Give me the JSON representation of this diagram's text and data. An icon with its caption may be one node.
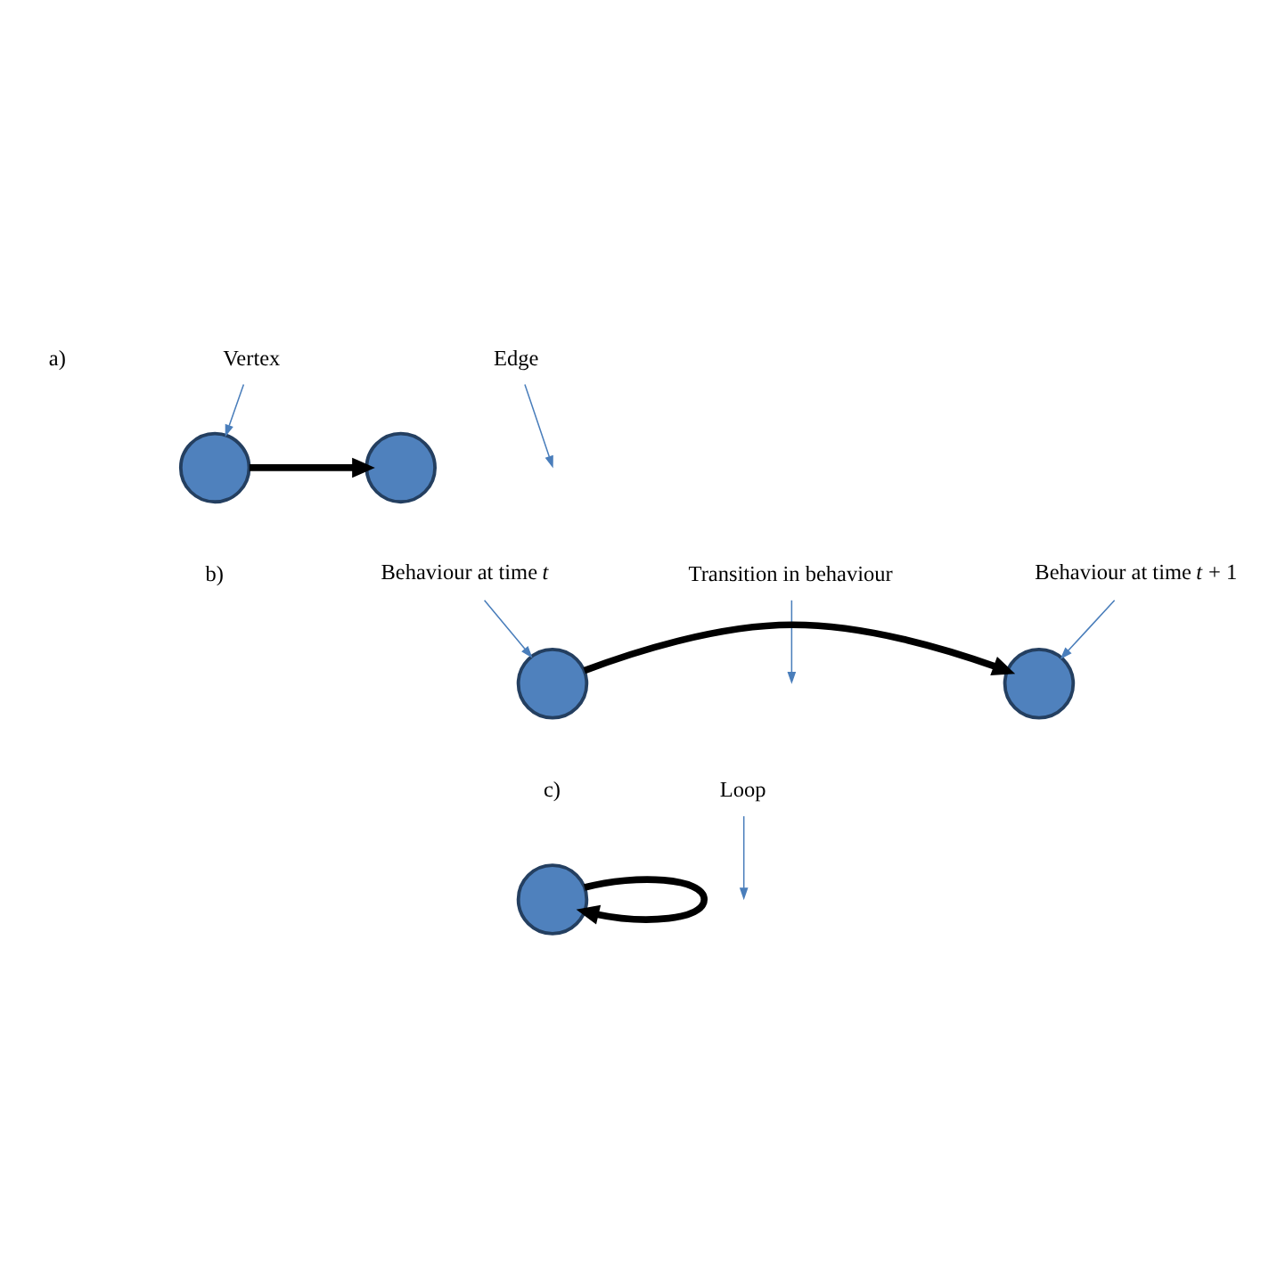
{
  "diagram": {
    "nodes": [
      {
        "text": [
          "Vertex"
        ]
      },
      {
        "text": [
          "Edge"
        ]
      },
      {
        "text": [],
        "shape": "circle"
      },
      {
        "text": [],
        "shape": "circle"
      },
      {
        "text": [
          "Behaviour at time *t*"
        ]
      },
      {
        "text": [
          "Transition in behaviour"
        ]
      },
      {
        "text": [
          "Behaviour at time *t* + 1"
        ]
      },
      {
        "text": [],
        "shape": "circle"
      },
      {
        "text": [],
        "shape": "circle"
      },
      {
        "text": [
          "Loop"
        ]
      },
      {
        "text": [],
        "shape": "circle"
      }
    ],
    "edges": [
      {
        "from": 0,
        "to": 2,
        "arrow": "to"
      },
      {
        "from": 1,
        "to": null,
        "arrow": "to"
      },
      {
        "from": 2,
        "to": 3,
        "arrow": "to",
        "style": "thick",
        "color": "#000000"
      },
      {
        "from": 4,
        "to": 7,
        "arrow": "to"
      },
      {
        "from": 5,
        "to": null,
        "arrow": "to"
      },
      {
        "from": 6,
        "to": 8,
        "arrow": "to"
      },
      {
        "from": 7,
        "to": 8,
        "arrow": "to",
        "style": "thick",
        "color": "#000000"
      },
      {
        "from": 9,
        "to": null,
        "arrow": "to"
      },
      {
        "from": 10,
        "to": 10,
        "arrow": "to",
        "style": "thick",
        "color": "#000000"
      }
    ],
    "labels": [
      "a)",
      "b)",
      "c)"
    ]
  }
}
